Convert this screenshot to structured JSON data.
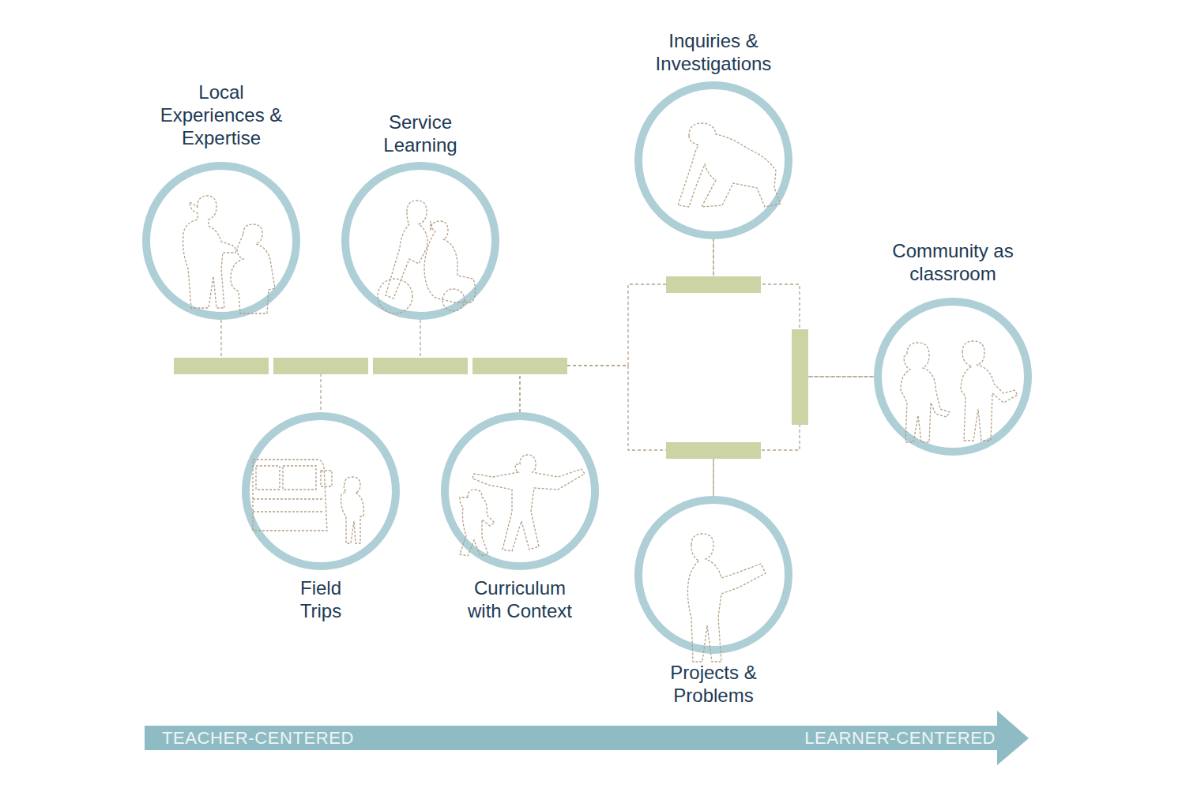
{
  "diagram": {
    "nodes": [
      {
        "text": [
          "Local Experiences & Expertise"
        ]
      },
      {
        "text": [
          "Field Trips"
        ]
      },
      {
        "text": [
          "Service Learning"
        ]
      },
      {
        "text": [
          "Curriculum with Context"
        ]
      },
      {
        "text": [
          "Inquiries & Investigations"
        ]
      },
      {
        "text": [
          "Projects & Problems"
        ]
      },
      {
        "text": [
          "Community as classroom"
        ]
      }
    ],
    "edges": [
      {
        "from": 3,
        "to": 4,
        "arrow": "none"
      },
      {
        "from": 3,
        "to": 5,
        "arrow": "none"
      },
      {
        "from": 4,
        "to": 6,
        "arrow": "none"
      },
      {
        "from": 5,
        "to": 6,
        "arrow": "none"
      }
    ],
    "labels": [
      "TEACHER-CENTERED",
      "LEARNER-CENTERED"
    ]
  }
}
